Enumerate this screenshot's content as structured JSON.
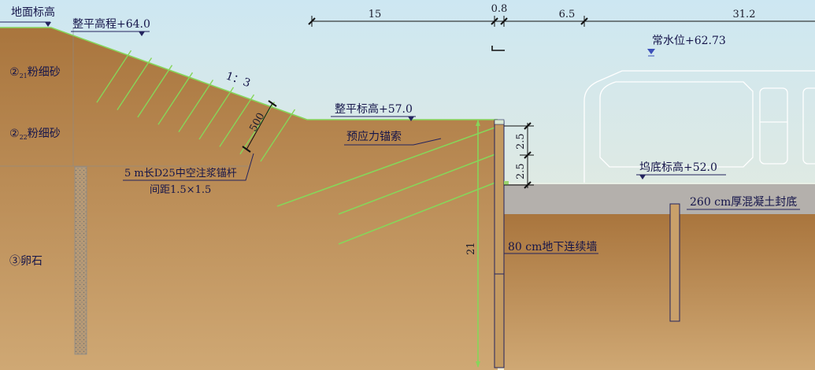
{
  "labels": {
    "ground_level": "地面标高",
    "grade_elevation_top": "整平高程+64.0",
    "layer_2_1": {
      "symbol": "②",
      "sub": "21",
      "name": "粉细砂"
    },
    "layer_2_2": {
      "symbol": "②",
      "sub": "22",
      "name": "粉细砂"
    },
    "slope_ratio": "1：3",
    "nail_dim": "500",
    "grade_elevation_mid": "整平标高+57.0",
    "prestressed_anchor": "预应力锚索",
    "soil_nail": "5 m长D25中空注浆锚杆",
    "nail_spacing": "间距1.5×1.5",
    "layer_3": "③卵石",
    "wall_depth": "21",
    "diaphragm_wall": "80 cm地下连续墙",
    "anchor_spacing_upper": "2.5",
    "anchor_spacing_lower": "2.5",
    "dock_bottom": "坞底标高+52.0",
    "concrete_seal": "260 cm厚混凝土封底",
    "water_level": "常水位+62.73"
  },
  "top_dimensions": [
    "15",
    "0.8",
    "6.5",
    "31.2"
  ],
  "colors": {
    "sky_top": "#cde7f2",
    "sky_bottom": "#f0ecd4",
    "soil_top": "#a9753d",
    "soil_bottom": "#cfa874",
    "concrete": "#b4b0ac",
    "green_line": "#86d65a",
    "water_marker": "#3b4fb8"
  }
}
